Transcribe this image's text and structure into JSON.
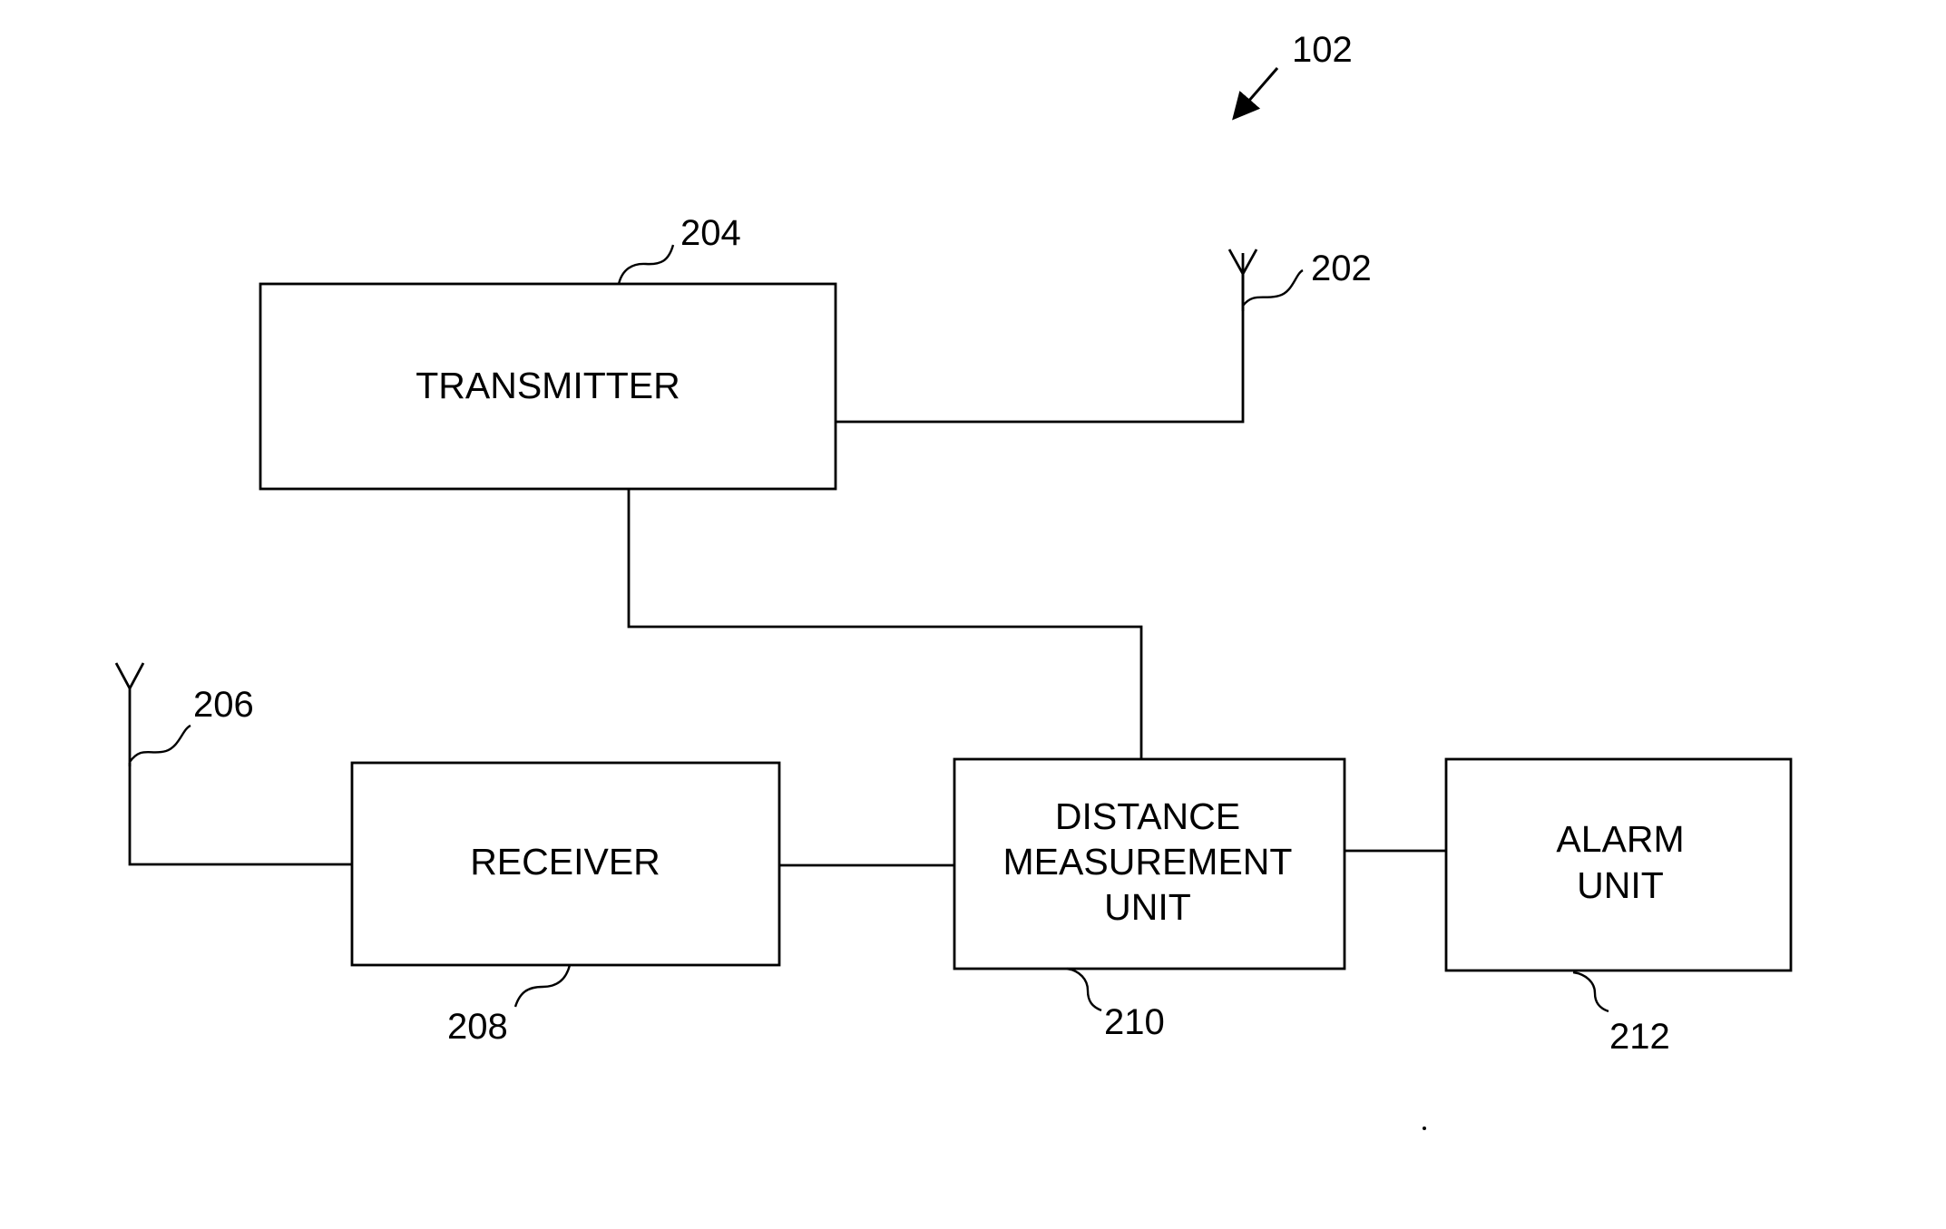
{
  "figure_ref": "102",
  "blocks": {
    "transmitter": {
      "label": "TRANSMITTER",
      "ref": "204"
    },
    "receiver": {
      "label": "RECEIVER",
      "ref": "208"
    },
    "distance_unit": {
      "lines": [
        "DISTANCE",
        "MEASUREMENT",
        "UNIT"
      ],
      "ref": "210"
    },
    "alarm_unit": {
      "lines": [
        "ALARM",
        "UNIT"
      ],
      "ref": "212"
    }
  },
  "antennas": {
    "tx_antenna": {
      "ref": "202"
    },
    "rx_antenna": {
      "ref": "206"
    }
  }
}
